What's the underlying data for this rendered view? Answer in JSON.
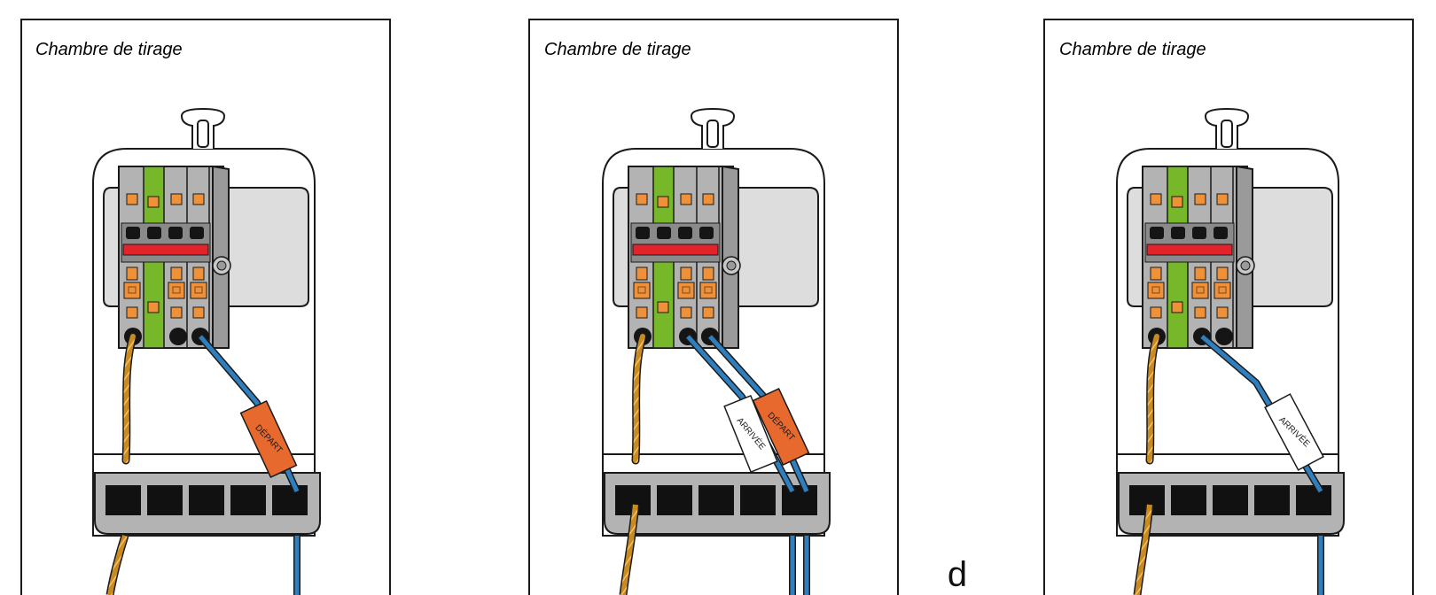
{
  "panels": [
    {
      "title": "Chambre de tirage",
      "tags": [
        {
          "text": "DÉPART",
          "style": "depart"
        }
      ]
    },
    {
      "title": "Chambre de tirage",
      "tags": [
        {
          "text": "ARRIVÉE",
          "style": "arrivee"
        },
        {
          "text": "DÉPART",
          "style": "depart"
        }
      ]
    },
    {
      "title": "Chambre de tirage",
      "tags": [
        {
          "text": "ARRIVÉE",
          "style": "arrivee"
        }
      ]
    }
  ],
  "letter": "d",
  "colors": {
    "grey_block": "#b3b3b3",
    "green_terminal": "#76b82a",
    "orange_marker": "#f0913a",
    "red_bar": "#e3232a",
    "blue_wire": "#2f7fbf",
    "orange_wire": "#c98a1f",
    "depart_tag": "#e8692d",
    "arrivee_tag": "#ffffff",
    "rail": "#dddddd"
  }
}
